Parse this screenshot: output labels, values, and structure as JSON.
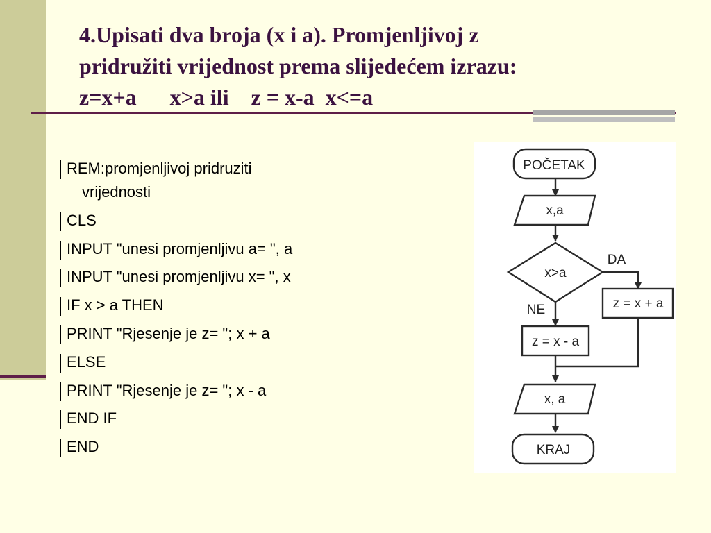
{
  "slide": {
    "title_lines": [
      "4.Upisati dva broja (x i a). Promjenljivoj z",
      "pridružiti vrijednost prema slijedećem izrazu:",
      "z=x+a      x>a ili    z = x-a  x<=a"
    ],
    "code_lines": [
      {
        "text": "REM:promjenljivoj pridruziti",
        "cont": "vrijednosti"
      },
      {
        "text": "CLS"
      },
      {
        "text": "INPUT \"unesi promjenljivu a= \", a"
      },
      {
        "text": "INPUT \"unesi promjenljivu x= \", x"
      },
      {
        "text": "IF x > a THEN"
      },
      {
        "text": "PRINT \"Rjesenje je z= \"; x + a"
      },
      {
        "text": "ELSE"
      },
      {
        "text": "PRINT \"Rjesenje je z= \"; x - a"
      },
      {
        "text": "END IF"
      },
      {
        "text": "END"
      }
    ]
  },
  "flowchart": {
    "start_label": "POČETAK",
    "input_label": "x,a",
    "decision_label": "x>a",
    "yes_label": "DA",
    "no_label": "NE",
    "yes_process": "z = x + a",
    "no_process": "z = x - a",
    "output_label": "x, a",
    "end_label": "KRAJ"
  },
  "colors": {
    "background": "#FFFFE6",
    "side_bar": "#CCCC99",
    "accent": "#5E1E48",
    "title_text": "#3B1240"
  }
}
